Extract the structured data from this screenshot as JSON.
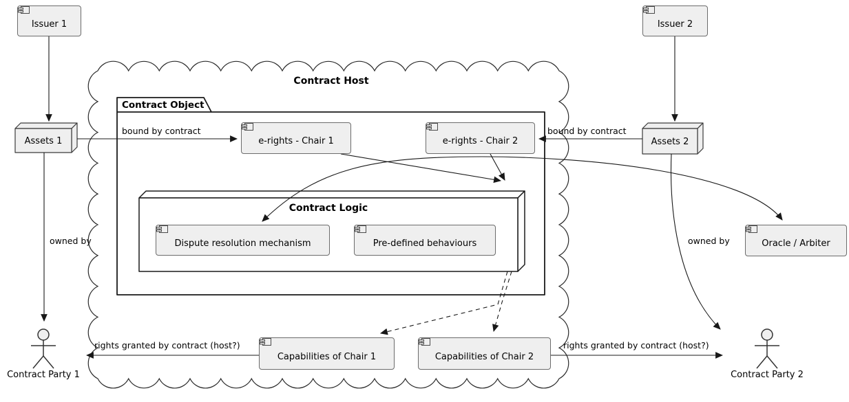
{
  "titles": {
    "host": "Contract Host",
    "object": "Contract Object",
    "logic": "Contract Logic"
  },
  "nodes": {
    "issuer1": {
      "label": "Issuer 1"
    },
    "issuer2": {
      "label": "Issuer 2"
    },
    "assets1": {
      "label": "Assets 1"
    },
    "assets2": {
      "label": "Assets 2"
    },
    "erights1": {
      "label": "e-rights - Chair 1"
    },
    "erights2": {
      "label": "e-rights - Chair 2"
    },
    "dispute": {
      "label": "Dispute resolution mechanism"
    },
    "predefined": {
      "label": "Pre-defined behaviours"
    },
    "cap1": {
      "label": "Capabilities of Chair 1"
    },
    "cap2": {
      "label": "Capabilities of Chair 2"
    },
    "oracle": {
      "label": "Oracle / Arbiter"
    },
    "party1": {
      "label": "Contract Party 1"
    },
    "party2": {
      "label": "Contract Party 2"
    }
  },
  "edge_labels": {
    "bound_left": "bound by contract",
    "bound_right": "bound by contract",
    "owned_left": "owned by",
    "owned_right": "owned by",
    "rights_left": "rights granted by contract (host?)",
    "rights_right": "rights granted by contract (host?)"
  },
  "colors": {
    "background": "#FFFFFF",
    "component_fill": "#EFEFEF",
    "component_border": "#6B6B6B",
    "strong_border": "#1A1A1A",
    "line": "#181818",
    "text": "#000000"
  }
}
